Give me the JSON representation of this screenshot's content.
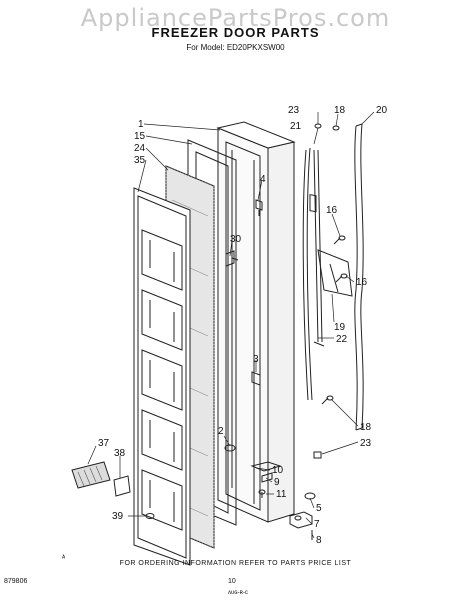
{
  "watermark": "AppliancePartsPros.com",
  "title": "FREEZER DOOR PARTS",
  "model_line": "For Model: ED20PKXSW00",
  "footer": "FOR ORDERING INFORMATION REFER TO PARTS PRICE LIST",
  "doc_number": "879806",
  "page_number": "10",
  "printed_mark": "ᴧᴜɢ-ʀ-ᴄ",
  "corner_mark": "ᴬ",
  "callouts": {
    "c1": "1",
    "c15": "15",
    "c24": "24",
    "c35": "35",
    "c4": "4",
    "c30": "30",
    "c3": "3",
    "c2": "2",
    "c23a": "23",
    "c18a": "18",
    "c20": "20",
    "c21": "21",
    "c16a": "16",
    "c16b": "16",
    "c19": "19",
    "c22": "22",
    "c18b": "18",
    "c23b": "23",
    "c10": "10",
    "c9": "9",
    "c11": "11",
    "c5": "5",
    "c7": "7",
    "c8": "8",
    "c37": "37",
    "c38": "38",
    "c39": "39"
  }
}
